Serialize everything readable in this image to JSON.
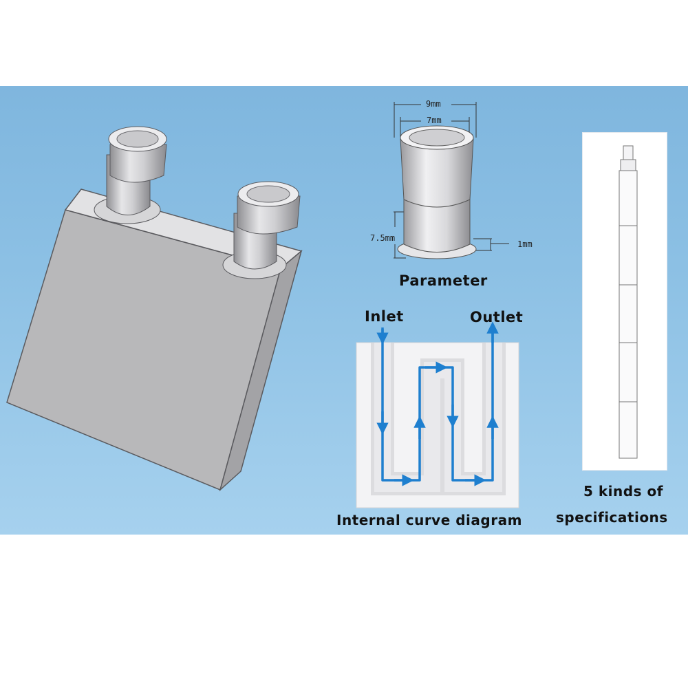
{
  "colors": {
    "background": "#8cc0e4",
    "flow_arrow": "#1e7fcf",
    "metal": "#b9b9bb",
    "text": "#111111"
  },
  "dimensions": {
    "outer_diameter": "9mm",
    "inner_diameter": "7mm",
    "height": "7.5mm",
    "flange": "1mm"
  },
  "labels": {
    "parameter": "Parameter",
    "inlet": "Inlet",
    "outlet": "Outlet",
    "internal_curve": "Internal curve diagram",
    "specs_line1": "5 kinds of",
    "specs_line2": "specifications"
  },
  "icons": {
    "water_block": "aluminium-water-block-illustration",
    "fitting": "hose-fitting-illustration",
    "channel": "internal-channel-diagram",
    "spec_rod": "specification-rod-illustration"
  }
}
